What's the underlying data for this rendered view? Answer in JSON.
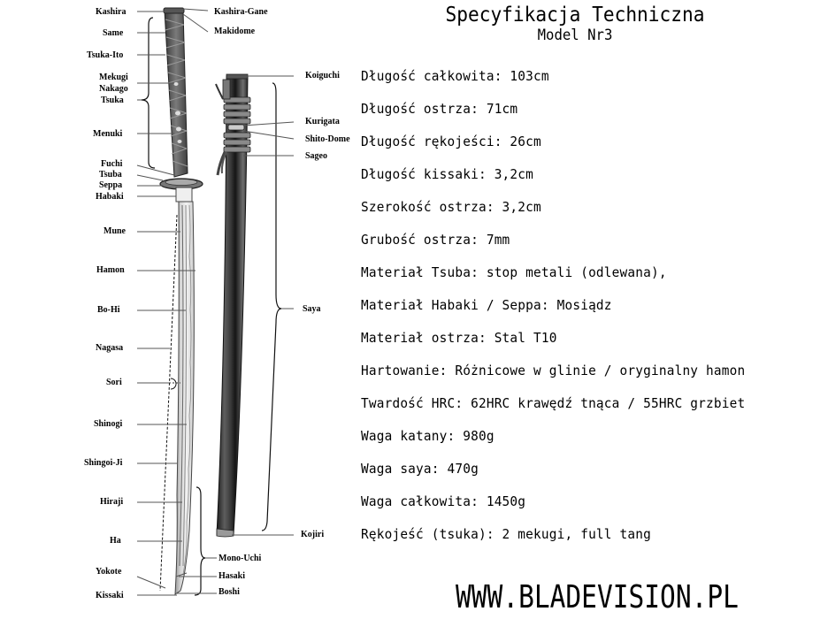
{
  "header": {
    "title": "Specyfikacja Techniczna",
    "subtitle": "Model Nr3"
  },
  "specs": [
    "Długość całkowita: 103cm",
    "Długość ostrza: 71cm",
    "Długość rękojeści: 26cm",
    "Długość kissaki: 3,2cm",
    "Szerokość ostrza: 3,2cm",
    "Grubość ostrza: 7mm",
    "Materiał Tsuba: stop metali (odlewana),",
    "Materiał Habaki / Seppa: Mosiądz",
    "Materiał ostrza: Stal T10",
    "Hartowanie: Różnicowe w glinie / oryginalny hamon",
    "Twardość HRC: 62HRC krawędź tnąca / 55HRC grzbiet",
    "Waga katany: 980g",
    "Waga saya: 470g",
    "Waga całkowita: 1450g",
    "Rękojeść (tsuka): 2 mekugi, full tang"
  ],
  "footer": {
    "website": "WWW.BLADEVISION.PL"
  },
  "katana_labels_left": {
    "kashira": "Kashira",
    "same": "Same",
    "tsuka_ito": "Tsuka-Ito",
    "mekugi": "Mekugi",
    "nakago": "Nakago",
    "tsuka": "Tsuka",
    "menuki": "Menuki",
    "fuchi": "Fuchi",
    "tsuba": "Tsuba",
    "seppa": "Seppa",
    "habaki": "Habaki",
    "mune": "Mune",
    "hamon": "Hamon",
    "bo_hi": "Bo-Hi",
    "nagasa": "Nagasa",
    "sori": "Sori",
    "shinogi": "Shinogi",
    "shingoi_ji": "Shingoi-Ji",
    "hiraji": "Hiraji",
    "ha": "Ha",
    "yokote": "Yokote",
    "kissaki": "Kissaki"
  },
  "katana_labels_right": {
    "kashira_gane": "Kashira-Gane",
    "makidome": "Makidome",
    "mono_uchi": "Mono-Uchi",
    "hasaki": "Hasaki",
    "boshi": "Boshi"
  },
  "saya_labels": {
    "koiguchi": "Koiguchi",
    "kurigata": "Kurigata",
    "shito_dome": "Shito-Dome",
    "sageo": "Sageo",
    "saya": "Saya",
    "kojiri": "Kojiri"
  },
  "colors": {
    "background": "#ffffff",
    "text": "#000000",
    "leader_line": "#555555",
    "saya_dark": "#2a2a2a",
    "saya_mid": "#6b6b6b",
    "blade_light": "#e6e6e6",
    "handle_wrap": "#5a5a5a"
  }
}
